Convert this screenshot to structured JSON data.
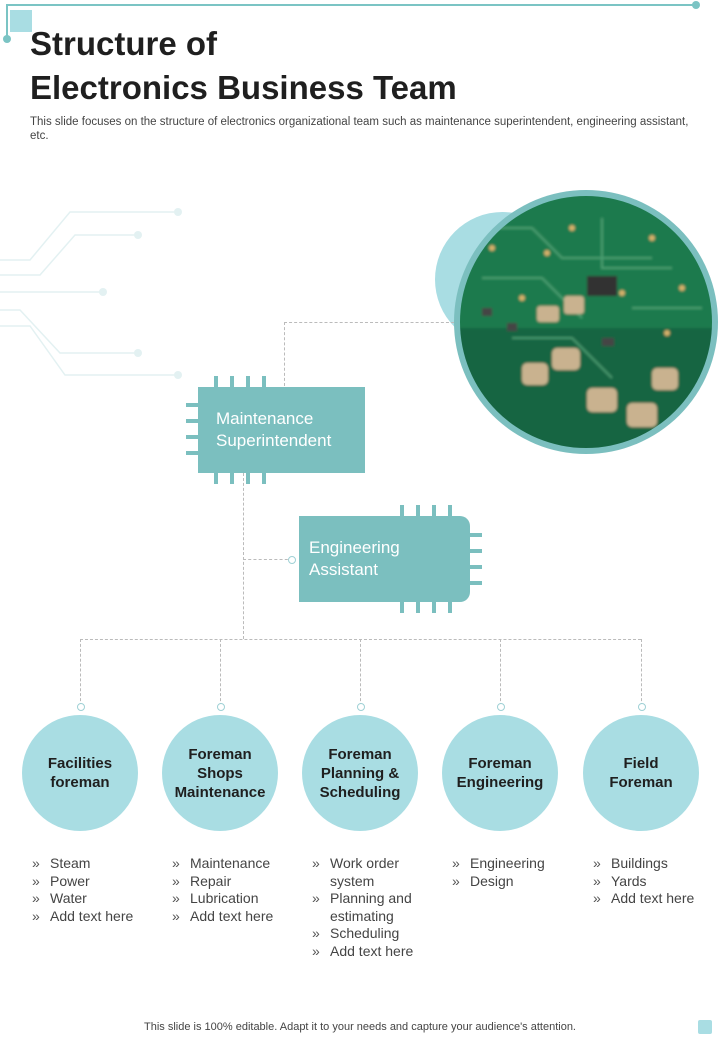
{
  "header": {
    "title_line1": "Structure of",
    "title_line2": "Electronics Business Team",
    "subtitle": "This slide focuses on the structure of electronics organizational team such as maintenance superintendent, engineering assistant, etc."
  },
  "chart": {
    "superintendent": {
      "line1": "Maintenance",
      "line2": "Superintendent"
    },
    "assistant": {
      "line1": "Engineering",
      "line2": "Assistant"
    },
    "roles": [
      {
        "lines": [
          "Facilities",
          "foreman"
        ],
        "items": [
          "Steam",
          "Power",
          "Water",
          "Add text here"
        ]
      },
      {
        "lines": [
          "Foreman",
          "Shops",
          "Maintenance"
        ],
        "items": [
          "Maintenance",
          "Repair",
          "Lubrication",
          "Add text here"
        ]
      },
      {
        "lines": [
          "Foreman",
          "Planning &",
          "Scheduling"
        ],
        "items": [
          "Work order system",
          "Planning and estimating",
          "Scheduling",
          "Add text here"
        ]
      },
      {
        "lines": [
          "Foreman",
          "Engineering"
        ],
        "items": [
          "Engineering",
          "Design"
        ]
      },
      {
        "lines": [
          "Field",
          "Foreman"
        ],
        "items": [
          "Buildings",
          "Yards",
          "Add text here"
        ]
      }
    ]
  },
  "footer": {
    "note": "This slide is 100% editable. Adapt it to your needs and capture your audience's attention."
  },
  "colors": {
    "teal": "#7bbfbf",
    "light_teal": "#a9dde3",
    "pcb_green": "#1f7a4e"
  },
  "icons": {
    "photo": "circuit-board-photo"
  }
}
